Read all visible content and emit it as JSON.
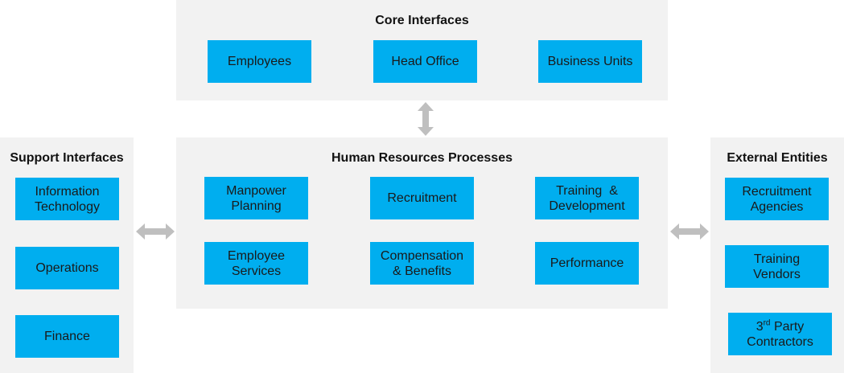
{
  "core": {
    "title": "Core Interfaces",
    "items": [
      "Employees",
      "Head Office",
      "Business Units"
    ]
  },
  "hr": {
    "title": "Human Resources Processes",
    "items": [
      [
        "Manpower",
        "Planning"
      ],
      [
        "Recruitment"
      ],
      [
        "Training  &",
        "Development"
      ],
      [
        "Employee",
        "Services"
      ],
      [
        "Compensation",
        "& Benefits"
      ],
      [
        "Performance"
      ]
    ]
  },
  "support": {
    "title": "Support Interfaces",
    "items": [
      [
        "Information",
        "Technology"
      ],
      [
        "Operations"
      ],
      [
        "Finance"
      ]
    ]
  },
  "external": {
    "title": "External Entities",
    "items": [
      [
        "Recruitment",
        "Agencies"
      ],
      [
        "Training",
        "Vendors"
      ]
    ],
    "contractor": {
      "num": "3",
      "sup": "rd",
      "rest": " Party",
      "line2": "Contractors"
    }
  },
  "colors": {
    "box": "#00aeef",
    "panel": "#f2f2f2",
    "arrow": "#bfbfbf"
  }
}
